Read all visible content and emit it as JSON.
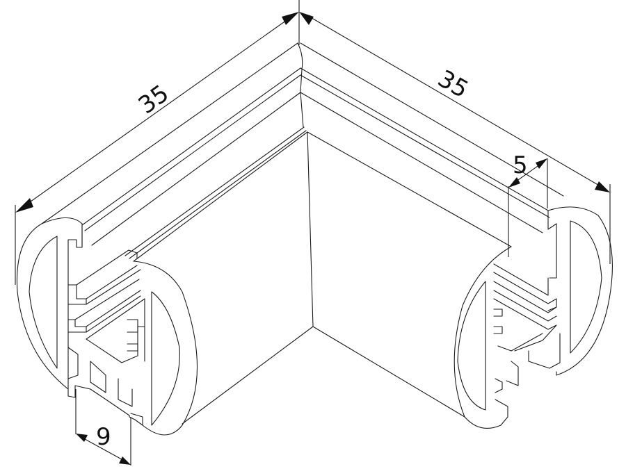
{
  "drawing": {
    "type": "isometric technical drawing",
    "subject": "corner connector profile (90° joint)",
    "line_color": "#1a1a1a",
    "background": "#ffffff"
  },
  "dimensions": {
    "left_length": "35",
    "right_length": "35",
    "top_flange": "5",
    "bottom_width": "9"
  }
}
